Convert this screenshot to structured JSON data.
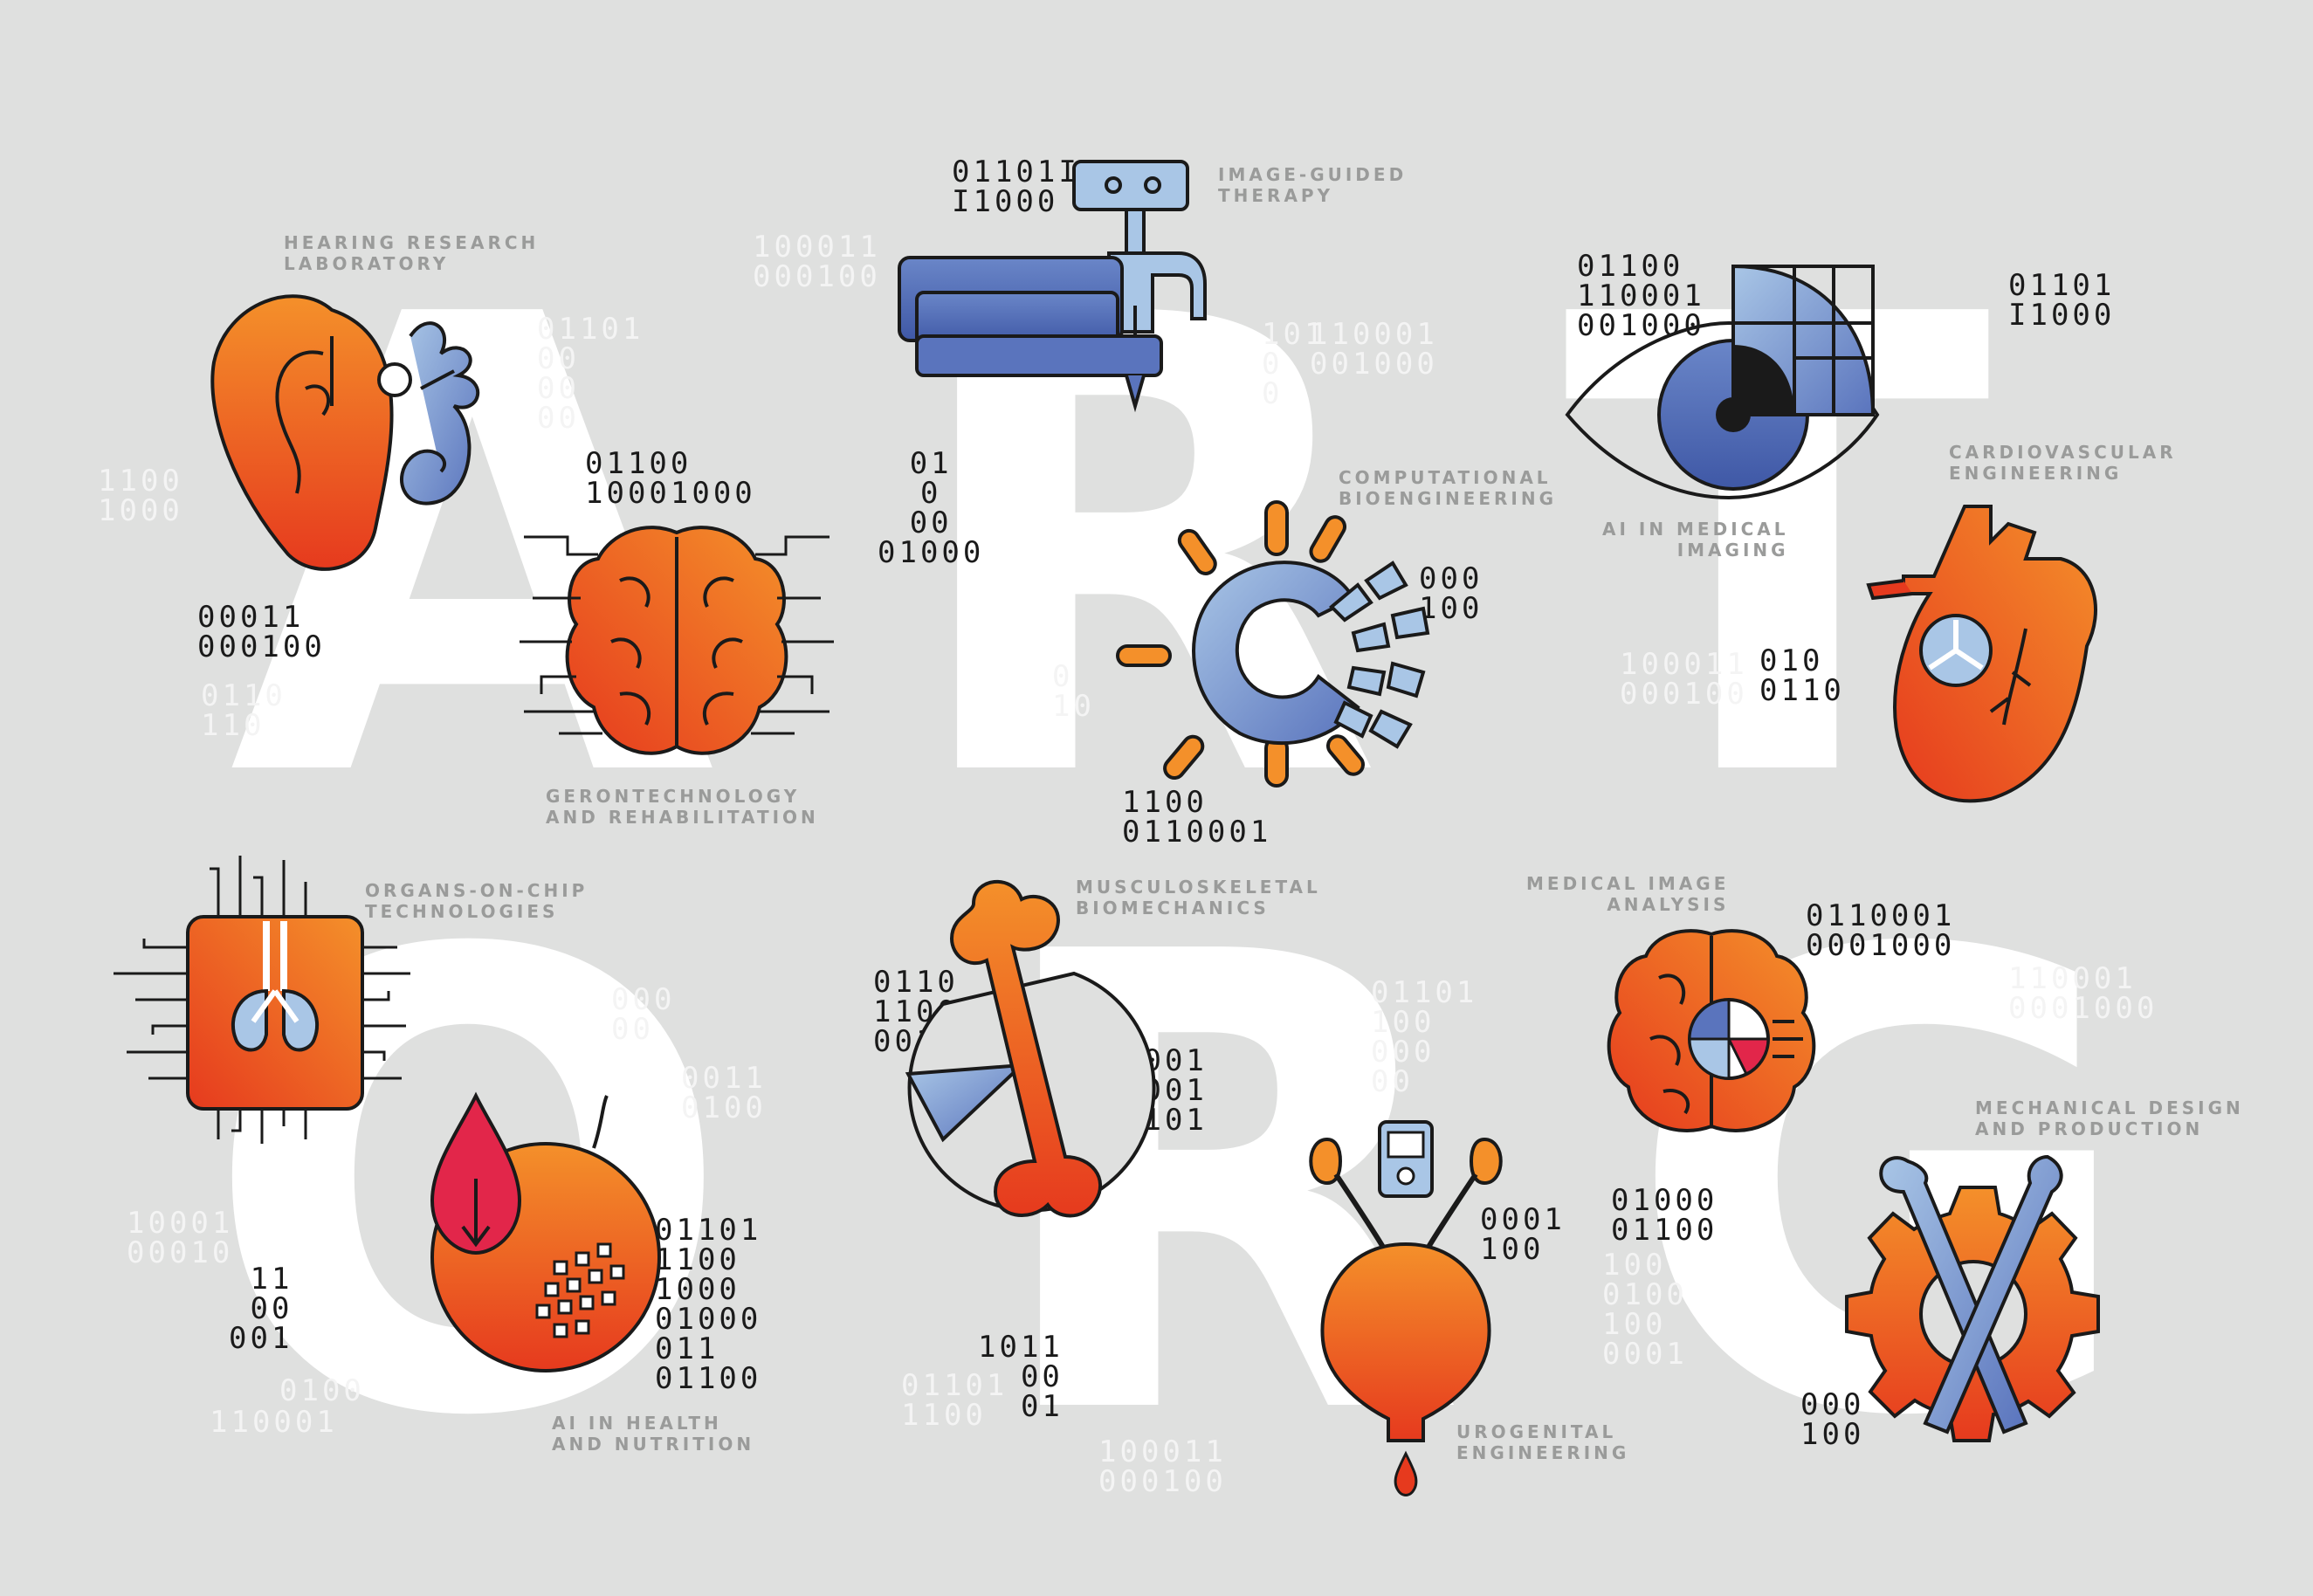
{
  "colors": {
    "background": "#dfe0df",
    "orange": "#f4902a",
    "red": "#e63a1e",
    "blue": "#5a74bd",
    "light_blue": "#a9c6e6",
    "ink": "#1a1a1a",
    "label_gray": "#9a9b9a"
  },
  "letters": [
    "A",
    "R",
    "T",
    "O",
    "R",
    "G"
  ],
  "labels": {
    "hearing": "HEARING RESEARCH\nLABORATORY",
    "image_guided": "IMAGE-GUIDED\nTHERAPY",
    "computational": "COMPUTATIONAL\nBIOENGINEERING",
    "ai_imaging": "AI IN MEDICAL\nIMAGING",
    "cardiovascular": "CARDIOVASCULAR\nENGINEERING",
    "gerontechnology": "GERONTECHNOLOGY\nAND REHABILITATION",
    "organs_on_chip": "ORGANS-ON-CHIP\nTECHNOLOGIES",
    "musculoskeletal": "MUSCULOSKELETAL\nBIOMECHANICS",
    "medical_image_analysis": "MEDICAL IMAGE\nANALYSIS",
    "mechanical_design": "MECHANICAL DESIGN\nAND PRODUCTION",
    "ai_health": "AI IN HEALTH\nAND NUTRITION",
    "urogenital": "UROGENITAL\nENGINEERING"
  },
  "binary": {
    "d1": "01101I\nI1000",
    "d2": "01100\n110001\n001000",
    "d3": "01101\nI1000",
    "d4": "00011\n000100",
    "d5": "01100\n10001000",
    "d6": "01\n0\n00\n01000",
    "d7": "000\n100",
    "d8": "010\n0110",
    "d9": "1100\n0110001",
    "d10": "0110\n1100\n0010",
    "d11": "0001\n0001\n1101",
    "d12": "0110001\n0001000",
    "d13": "0001\n100",
    "d14": "01000\n01100",
    "d15": "11\n00\n001",
    "d16": "01101\n1100\n1000\n01000\n011\n01100",
    "d17": "1011\n00\n01",
    "d18": "000\n100",
    "l1": "100011\n000100",
    "l2": "1100\n1000",
    "l3": "110001\n001000",
    "l4": "100011\n000100",
    "l5": "10001\n00010",
    "l6": "110001",
    "l7": "01101\n1100",
    "l8": "100011\n000100",
    "l9": "110001\n0001000",
    "l10": "000\n00",
    "l11": "0011\n0100",
    "l12": "01101\n100\n000\n00",
    "l13": "01101\n00\n00\n00",
    "l14": "101\n0\n0",
    "l15": "0110\n110",
    "l16": "0\n10",
    "l17": "100\n0100\n100\n0001",
    "l18": "0100"
  }
}
